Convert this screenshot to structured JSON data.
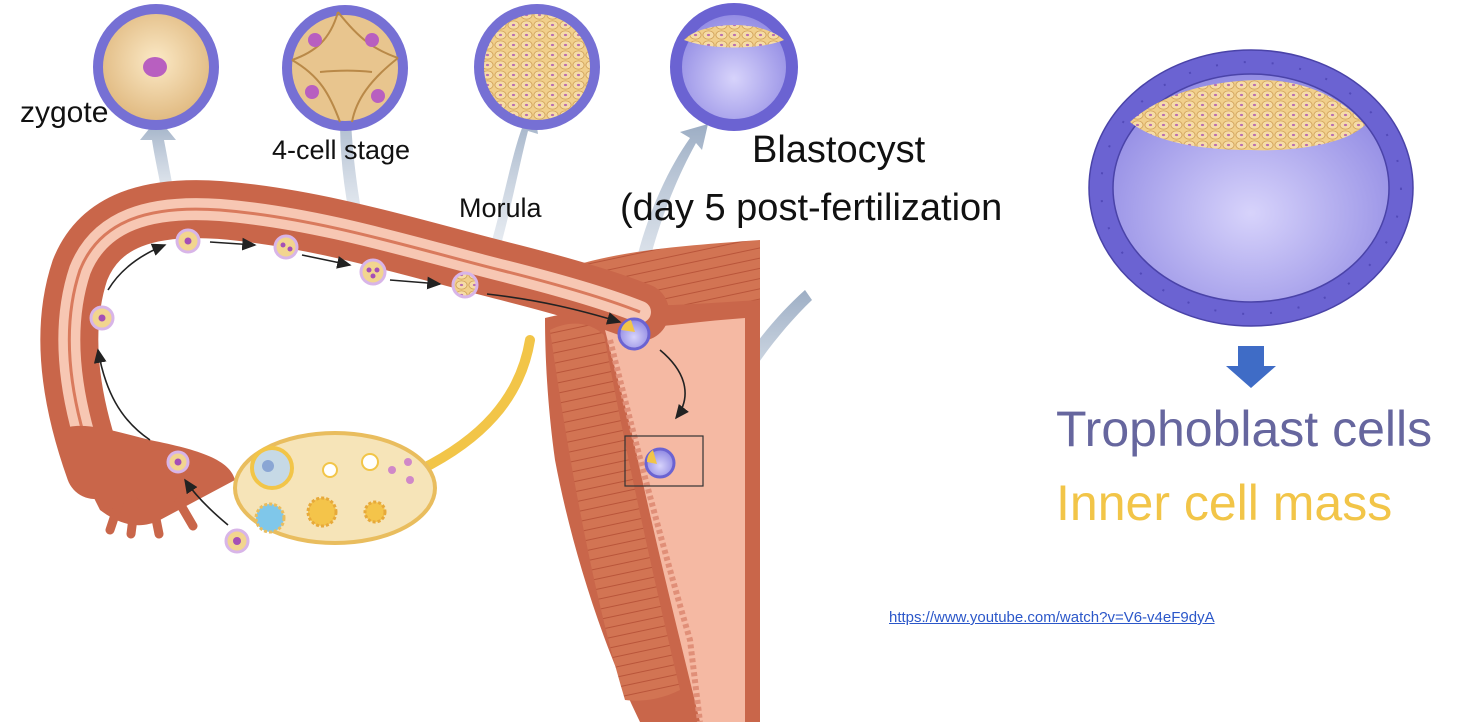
{
  "labels": {
    "zygote": "zygote",
    "four_cell": "4-cell stage",
    "morula": "Morula",
    "blastocyst": "Blastocyst",
    "blastocyst_day": "(day 5 post-fertilization"
  },
  "legend": {
    "trophoblast": "Trophoblast cells",
    "inner_cell_mass": "Inner cell mass"
  },
  "link": {
    "text": "https://www.youtube.com/watch?v=V6-v4eF9dyA"
  },
  "colors": {
    "trophoblast": "#66669e",
    "inner_cell_mass": "#f2c548",
    "link": "#2b57c9",
    "arrow_down": "#3f6cc6",
    "tissue": "#c9664a",
    "lumen": "#f7c7b3",
    "cell_purple": "#7a74d6",
    "cell_beige": "#efd6a4",
    "cell_nucleus": "#b85fc0",
    "ovary": "#f6e4b8",
    "call_arrow": "#a9b8cc"
  }
}
